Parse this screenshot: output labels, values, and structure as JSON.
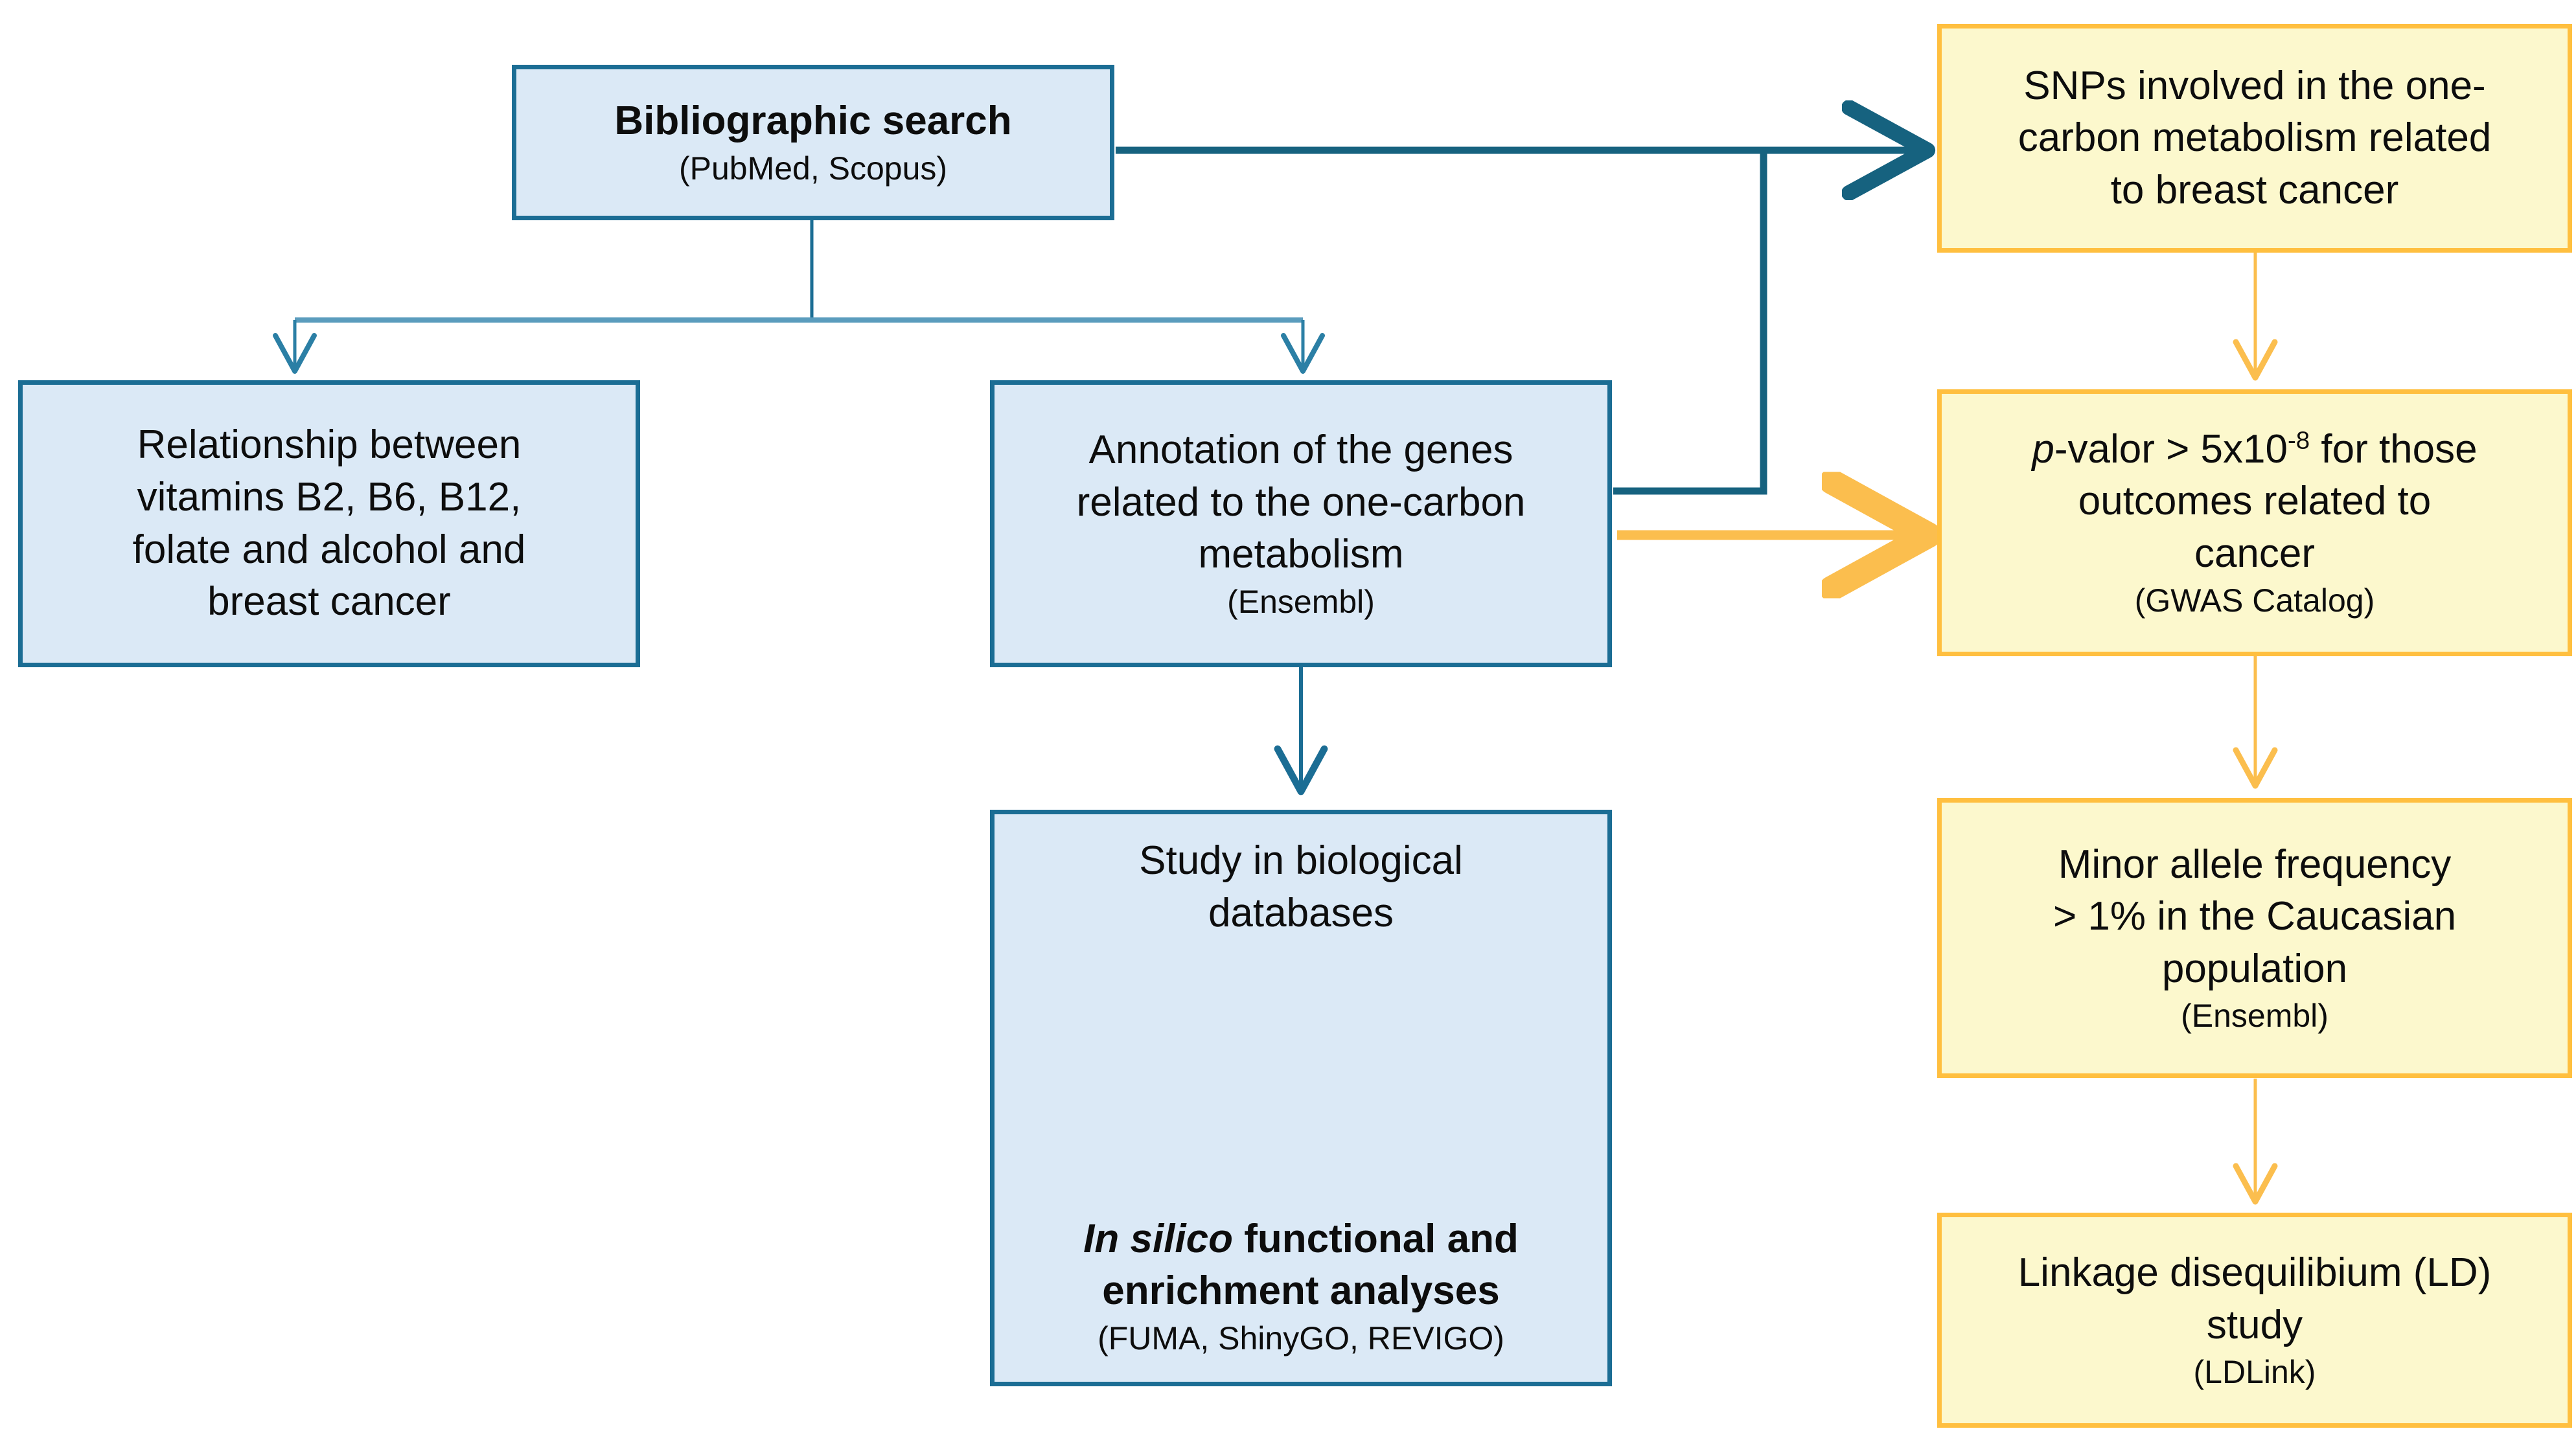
{
  "diagram": {
    "title": "Study workflow flowchart",
    "colors": {
      "blue_fill": "#dbe9f6",
      "blue_border": "#1b6d94",
      "yellow_fill": "#fcf8cd",
      "yellow_border": "#ffbf3f",
      "blue_arrow": "#16627f",
      "orange_arrow": "#fbbe4e"
    },
    "nodes": {
      "bibliographic_search": {
        "main": "Bibliographic search",
        "sub": "(PubMed, Scopus)"
      },
      "relationship_vitamins": {
        "line1": "Relationship between",
        "line2": "vitamins B2, B6, B12,",
        "line3": "folate and alcohol and",
        "line4": "breast cancer"
      },
      "annotation_genes": {
        "line1": "Annotation of the genes",
        "line2": "related to the one-carbon",
        "line3": "metabolism",
        "sub": "(Ensembl)"
      },
      "study_biological_databases": {
        "line1": "Study in biological",
        "line2": "databases",
        "line3_a": "In silico",
        "line3_b": " functional and",
        "line4": "enrichment analyses",
        "sub": "(FUMA, ShinyGO, REVIGO)"
      },
      "snps_one_carbon": {
        "line1": "SNPs involved in the one-",
        "line2": "carbon metabolism related",
        "line3": "to breast cancer"
      },
      "p_valor_threshold": {
        "line1_a": "p",
        "line1_b": "-valor > 5x10",
        "line1_sup": "-8",
        "line1_c": " for those",
        "line2": "outcomes related to",
        "line3": "cancer",
        "sub": "(GWAS Catalog)"
      },
      "minor_allele_frequency": {
        "line1": "Minor allele frequency",
        "line2": "> 1% in the Caucasian",
        "line3": "population",
        "sub": "(Ensembl)"
      },
      "linkage_disequilibrium": {
        "line1": "Linkage disequilibium (LD)",
        "line2": "study",
        "sub": "(LDLink)"
      }
    },
    "edges": [
      {
        "id": "bib-to-snps",
        "from": "bibliographic_search",
        "to": "snps_one_carbon",
        "color": "#16627f",
        "style": "thick"
      },
      {
        "id": "bib-split-left",
        "from": "bibliographic_search",
        "to": "relationship_vitamins",
        "color": "#2b7fa5",
        "style": "thin"
      },
      {
        "id": "bib-split-right",
        "from": "bibliographic_search",
        "to": "annotation_genes",
        "color": "#2b7fa5",
        "style": "thin"
      },
      {
        "id": "annot-to-snps",
        "from": "annotation_genes",
        "to": "snps_one_carbon",
        "color": "#16627f",
        "style": "thick-elbow"
      },
      {
        "id": "annot-to-pvalor",
        "from": "annotation_genes",
        "to": "p_valor_threshold",
        "color": "#fbbe4e",
        "style": "thick"
      },
      {
        "id": "annot-to-study",
        "from": "annotation_genes",
        "to": "study_biological_databases",
        "color": "#1b6d94",
        "style": "thin"
      },
      {
        "id": "study-internal",
        "from": "study_biological_databases",
        "to": "study_biological_databases",
        "color": "#1b6d94",
        "style": "thin"
      },
      {
        "id": "snps-to-pvalor",
        "from": "snps_one_carbon",
        "to": "p_valor_threshold",
        "color": "#fbbe4e",
        "style": "thin"
      },
      {
        "id": "pvalor-to-maf",
        "from": "p_valor_threshold",
        "to": "minor_allele_frequency",
        "color": "#fbbe4e",
        "style": "thin"
      },
      {
        "id": "maf-to-ld",
        "from": "minor_allele_frequency",
        "to": "linkage_disequilibrium",
        "color": "#fbbe4e",
        "style": "thin"
      }
    ]
  }
}
